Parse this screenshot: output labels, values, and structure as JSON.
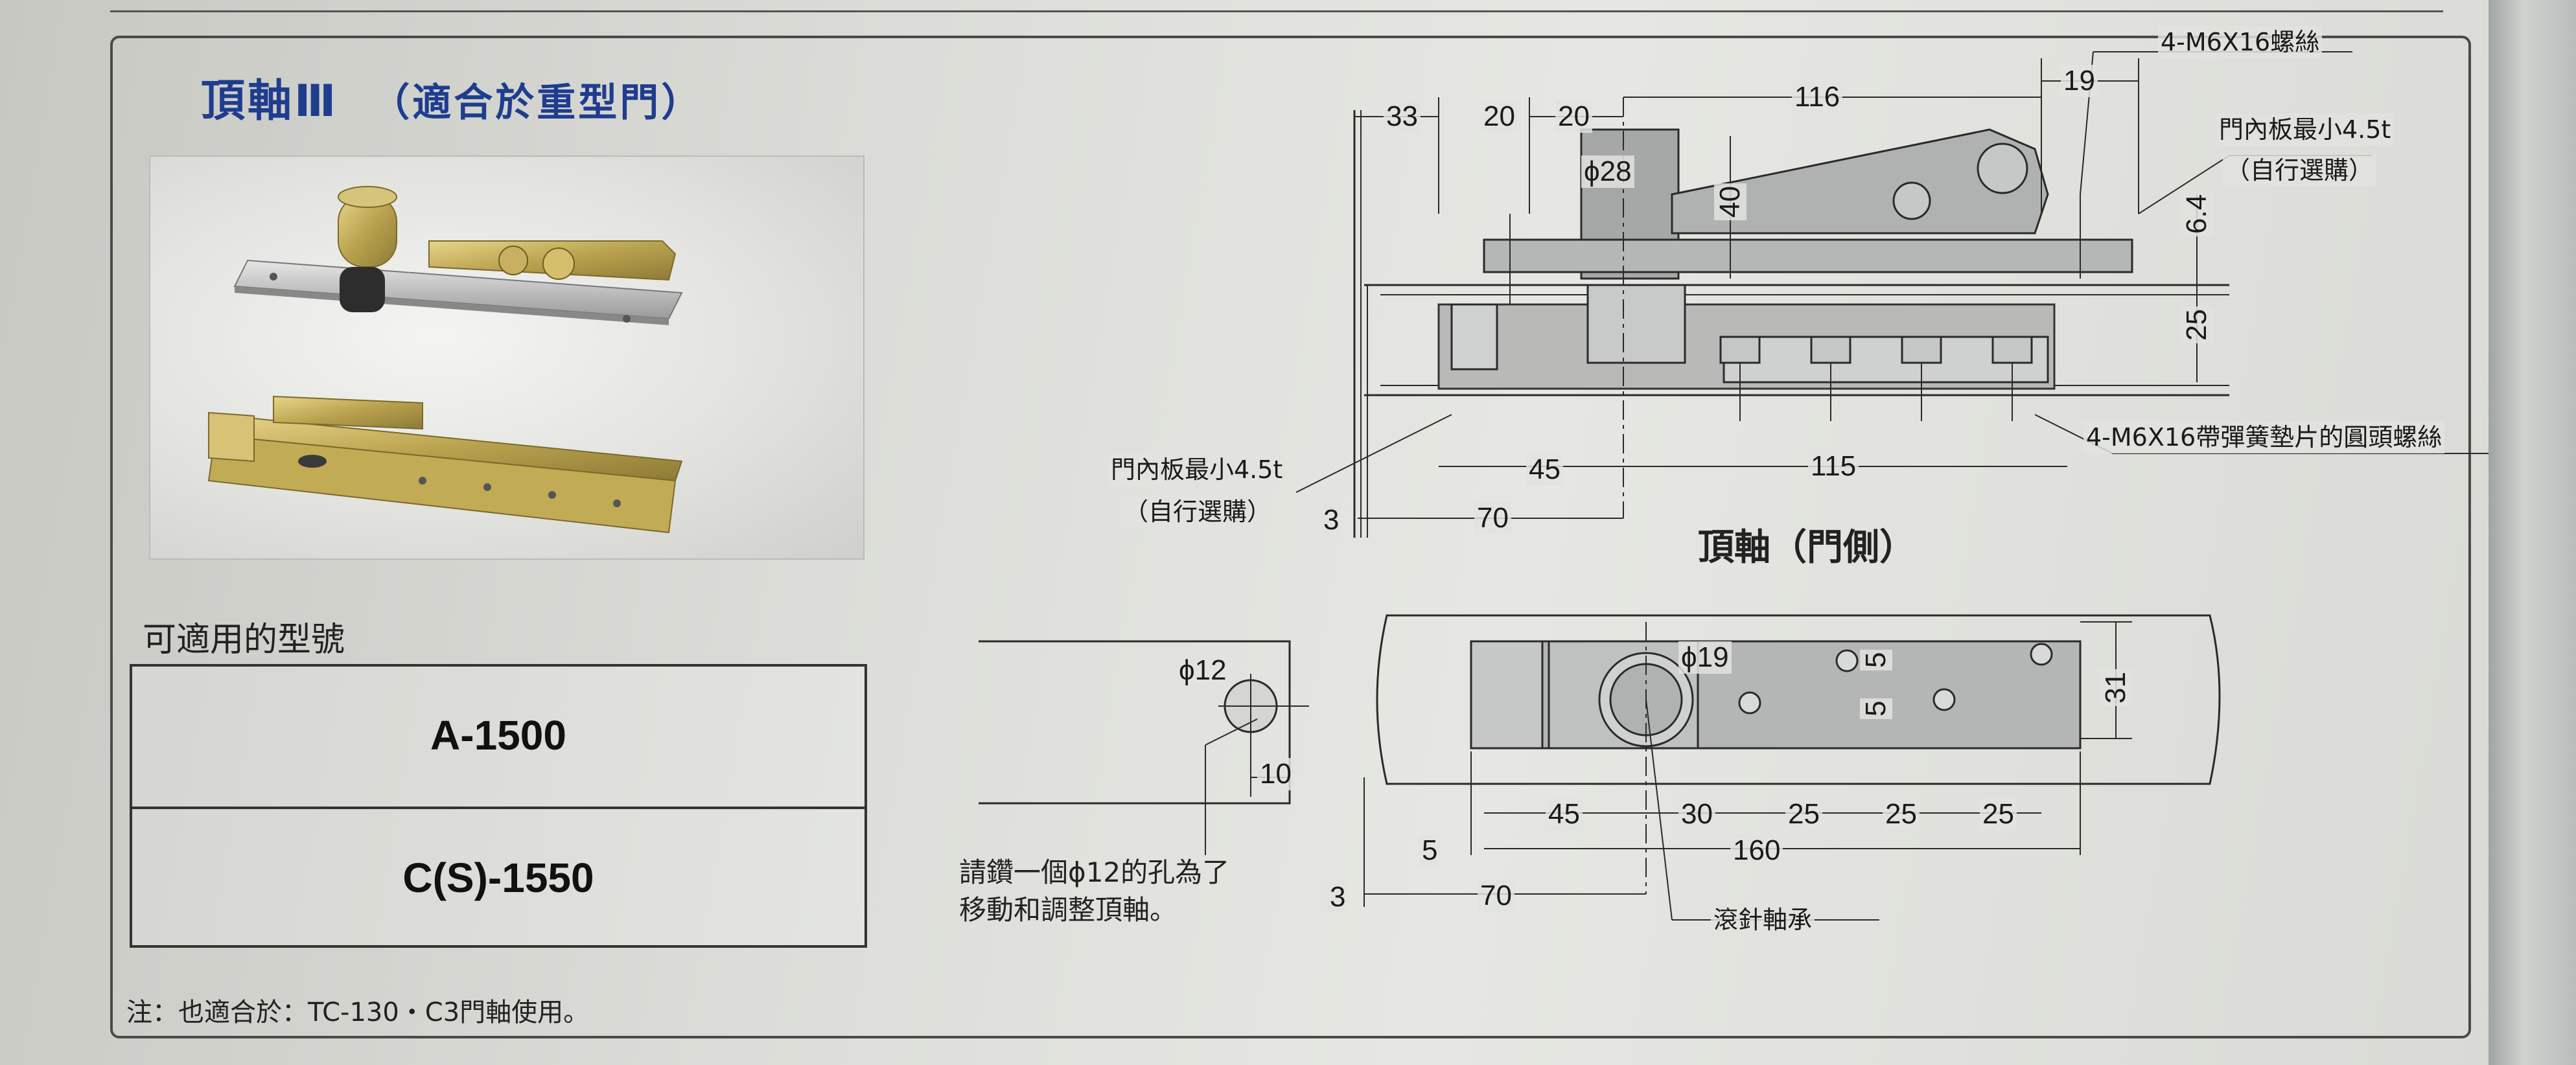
{
  "title": {
    "main": "頂軸Ⅲ",
    "subtitle": "（適合於重型門）"
  },
  "models": {
    "heading": "可適用的型號",
    "rows": [
      "A-1500",
      "C(S)-1550"
    ]
  },
  "note": "注：也適合於：TC-130・C3門軸使用。",
  "drill": {
    "note_line1": "請鑽一個ϕ12的孔為了",
    "note_line2": "移動和調整頂軸。",
    "hole_dia": "ϕ12",
    "offset": "10"
  },
  "side_view": {
    "caption": "頂軸（門側）",
    "dims": {
      "d33": "33",
      "d20a": "20",
      "d20b": "20",
      "d116": "116",
      "d19": "19",
      "phi28": "ϕ28",
      "d40": "40",
      "d6_4": "6.4",
      "d25": "25",
      "d45": "45",
      "d115": "115",
      "d3": "3",
      "d70": "70"
    },
    "callouts": {
      "screws_top": "4-M6X16螺絲",
      "panel_right_1": "門內板最小4.5t",
      "panel_right_2": "（自行選購）",
      "panel_left_1": "門內板最小4.5t",
      "panel_left_2": "（自行選購）",
      "screws_bottom": "4-M6X16帶彈簧墊片的圓頭螺絲"
    }
  },
  "top_view": {
    "dims": {
      "phi19": "ϕ19",
      "d5a": "5",
      "d5b": "5",
      "d31": "31",
      "d45": "45",
      "d30": "30",
      "d25a": "25",
      "d25b": "25",
      "d25c": "25",
      "d5": "5",
      "d160": "160",
      "d3": "3",
      "d70": "70"
    },
    "bearing": "滾針軸承"
  }
}
